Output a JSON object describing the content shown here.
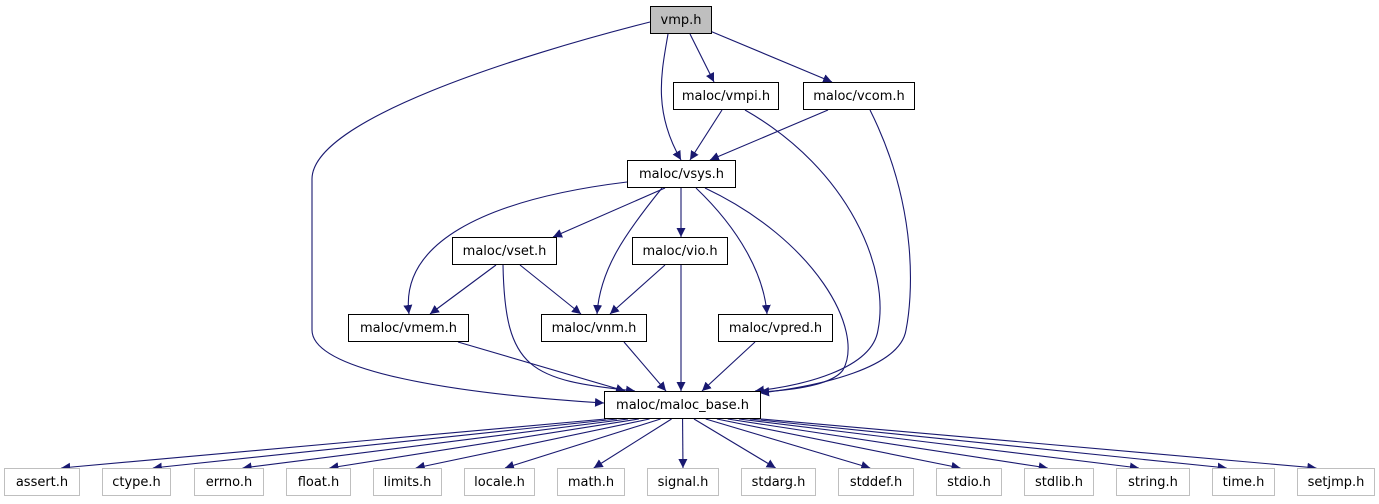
{
  "diagram": {
    "type": "include-dependency-graph",
    "colors": {
      "edge": "#191970",
      "root_fill": "#bfbfbf",
      "node_border": "#000000",
      "external_border": "#bfbfbf",
      "background": "#ffffff"
    },
    "nodes": [
      {
        "id": "vmp",
        "label": "vmp.h",
        "kind": "root"
      },
      {
        "id": "vmpi",
        "label": "maloc/vmpi.h",
        "kind": "internal"
      },
      {
        "id": "vcom",
        "label": "maloc/vcom.h",
        "kind": "internal"
      },
      {
        "id": "vsys",
        "label": "maloc/vsys.h",
        "kind": "internal"
      },
      {
        "id": "vset",
        "label": "maloc/vset.h",
        "kind": "internal"
      },
      {
        "id": "vio",
        "label": "maloc/vio.h",
        "kind": "internal"
      },
      {
        "id": "vmem",
        "label": "maloc/vmem.h",
        "kind": "internal"
      },
      {
        "id": "vnm",
        "label": "maloc/vnm.h",
        "kind": "internal"
      },
      {
        "id": "vpred",
        "label": "maloc/vpred.h",
        "kind": "internal"
      },
      {
        "id": "base",
        "label": "maloc/maloc_base.h",
        "kind": "internal"
      },
      {
        "id": "assert",
        "label": "assert.h",
        "kind": "external"
      },
      {
        "id": "ctype",
        "label": "ctype.h",
        "kind": "external"
      },
      {
        "id": "errno",
        "label": "errno.h",
        "kind": "external"
      },
      {
        "id": "float",
        "label": "float.h",
        "kind": "external"
      },
      {
        "id": "limits",
        "label": "limits.h",
        "kind": "external"
      },
      {
        "id": "locale",
        "label": "locale.h",
        "kind": "external"
      },
      {
        "id": "math",
        "label": "math.h",
        "kind": "external"
      },
      {
        "id": "signal",
        "label": "signal.h",
        "kind": "external"
      },
      {
        "id": "stdarg",
        "label": "stdarg.h",
        "kind": "external"
      },
      {
        "id": "stddef",
        "label": "stddef.h",
        "kind": "external"
      },
      {
        "id": "stdio",
        "label": "stdio.h",
        "kind": "external"
      },
      {
        "id": "stdlib",
        "label": "stdlib.h",
        "kind": "external"
      },
      {
        "id": "string",
        "label": "string.h",
        "kind": "external"
      },
      {
        "id": "time",
        "label": "time.h",
        "kind": "external"
      },
      {
        "id": "setjmp",
        "label": "setjmp.h",
        "kind": "external"
      }
    ],
    "edges": [
      {
        "from": "vmp",
        "to": "base"
      },
      {
        "from": "vmp",
        "to": "vsys"
      },
      {
        "from": "vmp",
        "to": "vmpi"
      },
      {
        "from": "vmp",
        "to": "vcom"
      },
      {
        "from": "vmpi",
        "to": "vsys"
      },
      {
        "from": "vmpi",
        "to": "base"
      },
      {
        "from": "vcom",
        "to": "vsys"
      },
      {
        "from": "vcom",
        "to": "base"
      },
      {
        "from": "vsys",
        "to": "vmem"
      },
      {
        "from": "vsys",
        "to": "vset"
      },
      {
        "from": "vsys",
        "to": "vnm"
      },
      {
        "from": "vsys",
        "to": "vio"
      },
      {
        "from": "vsys",
        "to": "vpred"
      },
      {
        "from": "vsys",
        "to": "base"
      },
      {
        "from": "vset",
        "to": "vmem"
      },
      {
        "from": "vset",
        "to": "vnm"
      },
      {
        "from": "vset",
        "to": "base"
      },
      {
        "from": "vio",
        "to": "vnm"
      },
      {
        "from": "vio",
        "to": "base"
      },
      {
        "from": "vmem",
        "to": "base"
      },
      {
        "from": "vnm",
        "to": "base"
      },
      {
        "from": "vpred",
        "to": "base"
      },
      {
        "from": "base",
        "to": "assert"
      },
      {
        "from": "base",
        "to": "ctype"
      },
      {
        "from": "base",
        "to": "errno"
      },
      {
        "from": "base",
        "to": "float"
      },
      {
        "from": "base",
        "to": "limits"
      },
      {
        "from": "base",
        "to": "locale"
      },
      {
        "from": "base",
        "to": "math"
      },
      {
        "from": "base",
        "to": "signal"
      },
      {
        "from": "base",
        "to": "stdarg"
      },
      {
        "from": "base",
        "to": "stddef"
      },
      {
        "from": "base",
        "to": "stdio"
      },
      {
        "from": "base",
        "to": "stdlib"
      },
      {
        "from": "base",
        "to": "string"
      },
      {
        "from": "base",
        "to": "time"
      },
      {
        "from": "base",
        "to": "setjmp"
      }
    ]
  }
}
